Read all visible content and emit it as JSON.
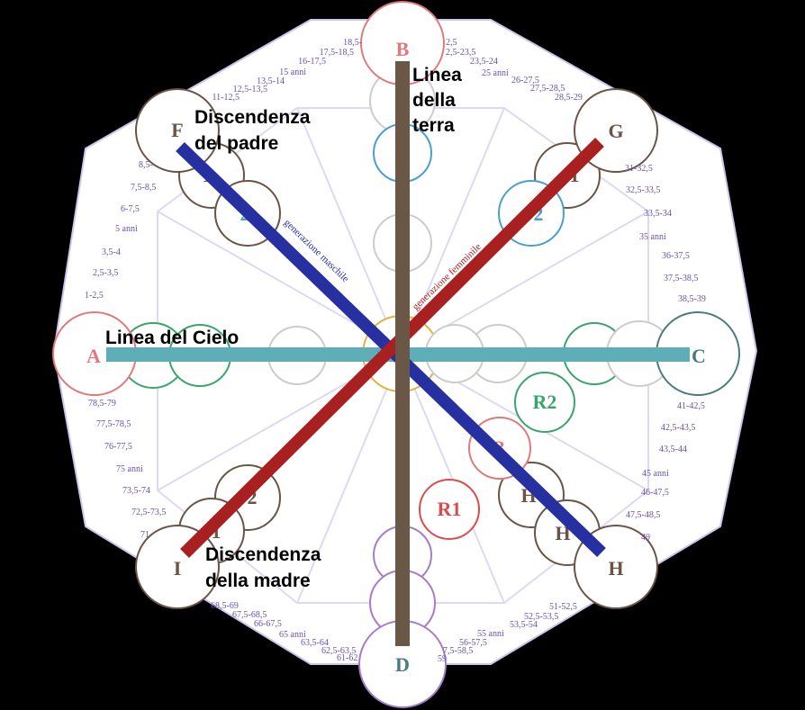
{
  "colors": {
    "background": "#000000",
    "octagon_fill": "#ffffff",
    "octagon_stroke": "#c9c6ef",
    "heaven_line": "#5fadb7",
    "earth_line": "#6b5746",
    "male_line": "#2630a0",
    "female_line": "#a8201f",
    "age_text": "#6b4fb0",
    "node_brown": "#6b5346",
    "node_red": "#e07a7a",
    "node_teal": "#4a7c7c",
    "node_green": "#3aa56a",
    "node_blue": "#4b9fd0",
    "node_purple": "#a67cc9",
    "node_gold": "#e0b340"
  },
  "nodes": {
    "A": "A",
    "B": "B",
    "C": "C",
    "D": "D",
    "F": "F",
    "G": "G",
    "H": "H",
    "I": "I",
    "R1": "R1",
    "R2": "R2"
  },
  "labels": {
    "earth_line": [
      "Linea",
      "della",
      "terra"
    ],
    "heaven_line": "Linea del Cielo",
    "father": [
      "Discendenza",
      "del padre"
    ],
    "mother": [
      "Discendenza",
      "della madre"
    ],
    "male_generation": "generazione maschile",
    "female_generation": "generazione femminile"
  },
  "ages_top_left": [
    "18,5-",
    "17,5-18,5",
    "16-17,5",
    "15 anni",
    "13,5-14",
    "12,5-13,5",
    "11-12,5"
  ],
  "ages_top_right": [
    "2,5",
    "2,5-23,5",
    "23,5-24",
    "25 anni",
    "26-27,5",
    "27,5-28,5",
    "28,5-29"
  ],
  "ages_left_upper": [
    "8,5-",
    "7,5-8,5",
    "6-7,5",
    "5 anni",
    "3,5-4",
    "2,5-3,5",
    "1-2,5"
  ],
  "ages_right_upper": [
    "31-32,5",
    "32,5-33,5",
    "33,5-34",
    "35 anni",
    "36-37,5",
    "37,5-38,5",
    "38,5-39"
  ],
  "ages_left_lower": [
    "78,5-79",
    "77,5-78,5",
    "76-77,5",
    "75 anni",
    "73,5-74",
    "72,5-73,5",
    "71"
  ],
  "ages_right_lower": [
    "41-42,5",
    "42,5-43,5",
    "43,5-44",
    "45 anni",
    "46-47,5",
    "47,5-48,5",
    "49"
  ],
  "ages_bottom_left": [
    "68,5-69",
    "67,5-68,5",
    "66-67,5",
    "65 anni",
    "63,5-64",
    "62,5-63,5",
    "61-62"
  ],
  "ages_bottom_right": [
    "51-52,5",
    "52,5-53,5",
    "53,5-54",
    "55 anni",
    "56-57,5",
    "7,5-58,5",
    "59"
  ]
}
